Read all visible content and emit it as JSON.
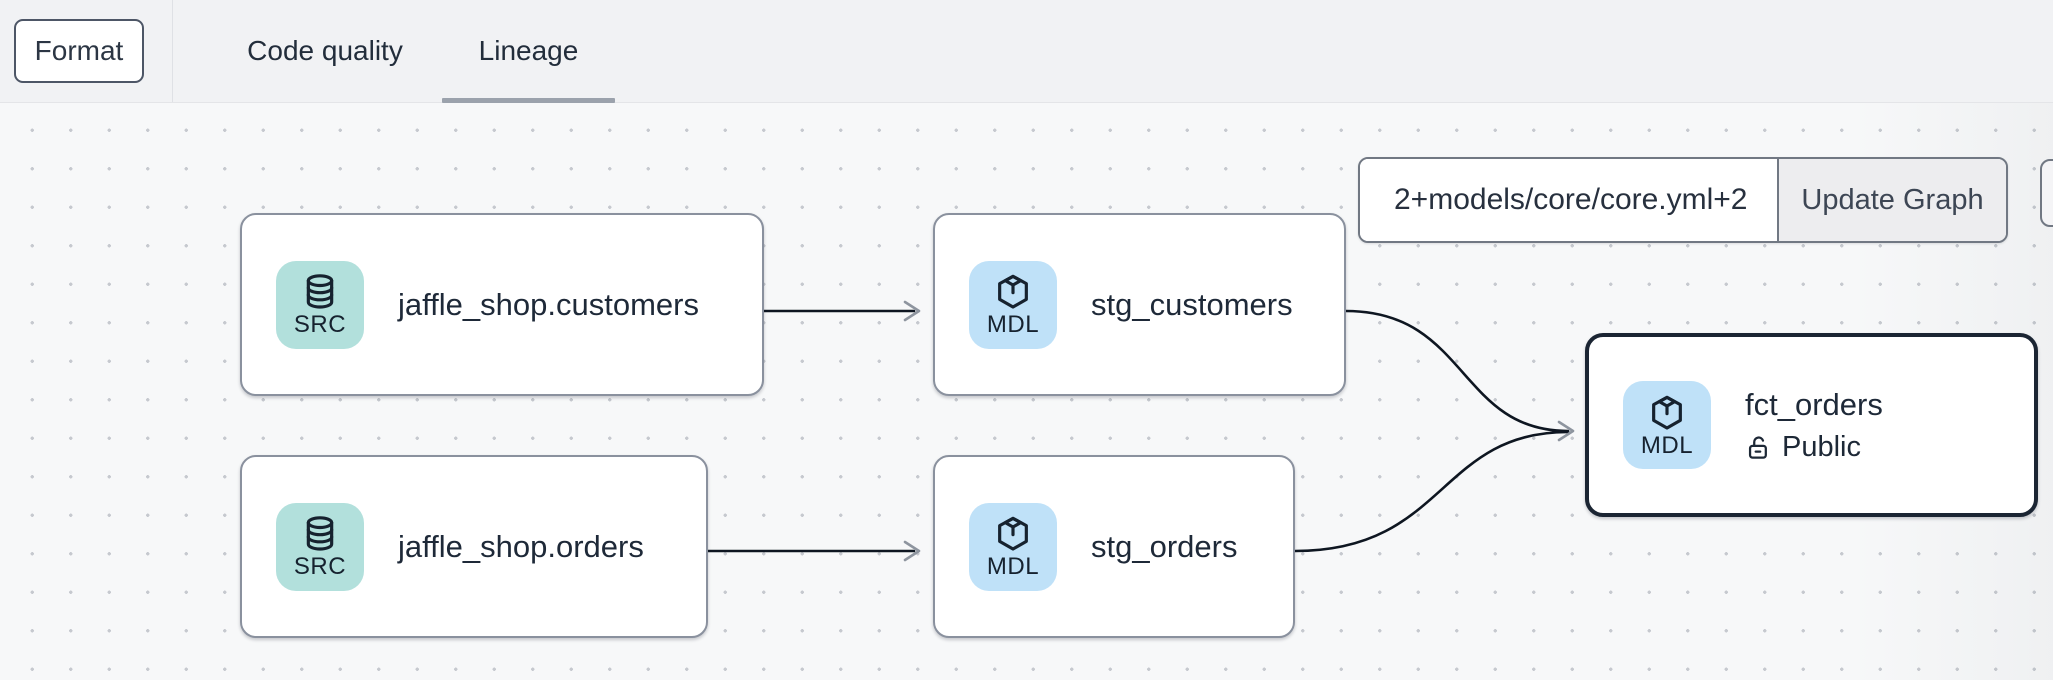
{
  "toolbar": {
    "format_button": "Format",
    "tabs": [
      {
        "label": "Code quality",
        "active": false
      },
      {
        "label": "Lineage",
        "active": true
      }
    ]
  },
  "canvas": {
    "selector": {
      "value": "2+models/core/core.yml+2",
      "update_button": "Update Graph"
    },
    "nodes": [
      {
        "id": "jaffle_shop.customers",
        "type": "source",
        "badge": "SRC",
        "label": "jaffle_shop.customers"
      },
      {
        "id": "stg_customers",
        "type": "model",
        "badge": "MDL",
        "label": "stg_customers"
      },
      {
        "id": "jaffle_shop.orders",
        "type": "source",
        "badge": "SRC",
        "label": "jaffle_shop.orders"
      },
      {
        "id": "stg_orders",
        "type": "model",
        "badge": "MDL",
        "label": "stg_orders"
      },
      {
        "id": "fct_orders",
        "type": "model",
        "badge": "MDL",
        "label": "fct_orders",
        "access": "Public",
        "selected": true
      }
    ],
    "edges": [
      {
        "from": "jaffle_shop.customers",
        "to": "stg_customers"
      },
      {
        "from": "jaffle_shop.orders",
        "to": "stg_orders"
      },
      {
        "from": "stg_customers",
        "to": "fct_orders"
      },
      {
        "from": "stg_orders",
        "to": "fct_orders"
      }
    ]
  },
  "colors": {
    "header_bg": "#f1f2f4",
    "canvas_bg": "#f7f8f9",
    "grid_dot": "#c6c9cf",
    "node_border": "#8a919e",
    "selected_node_border": "#1b2533",
    "source_badge": "#b2e0dc",
    "model_badge": "#bfe1f8",
    "edge": "#0e1621",
    "arrowhead": "#8e959f",
    "active_tab_underline": "#9ba2ac",
    "text": "#1e2938"
  }
}
